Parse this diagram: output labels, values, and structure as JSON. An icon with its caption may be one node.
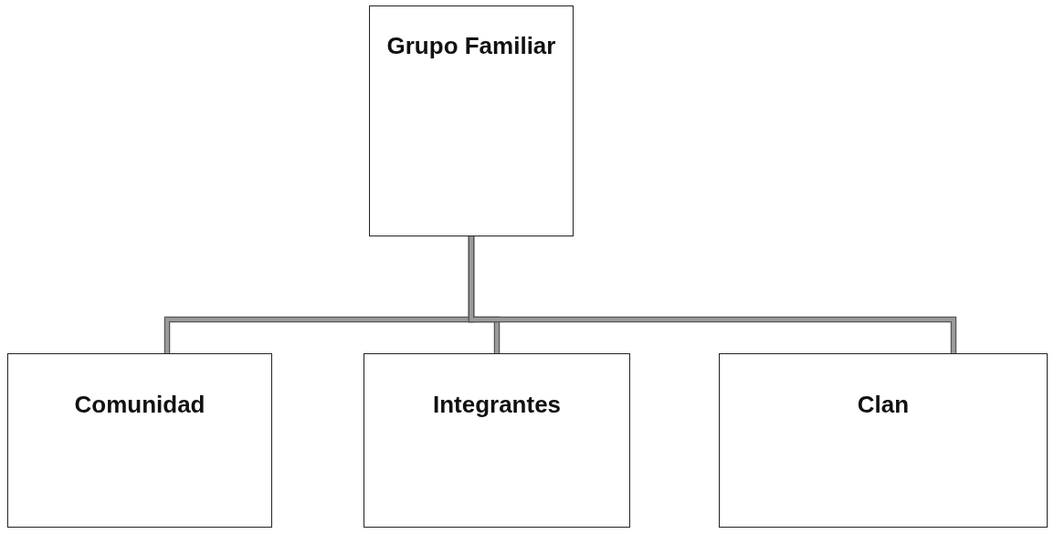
{
  "diagram": {
    "nodes": [
      {
        "text": [
          "Grupo Familiar"
        ]
      },
      {
        "text": [
          "Comunidad"
        ]
      },
      {
        "text": [
          "Integrantes"
        ]
      },
      {
        "text": [
          "Clan"
        ]
      }
    ],
    "edges": [
      {
        "from": 0,
        "to": 1,
        "arrow": "none"
      },
      {
        "from": 0,
        "to": 2,
        "arrow": "none"
      },
      {
        "from": 0,
        "to": 3,
        "arrow": "none"
      }
    ]
  }
}
